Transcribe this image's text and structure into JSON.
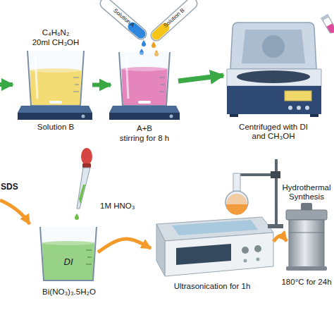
{
  "diagram": {
    "nodes": [
      {
        "text": [
          "C₄H₆N₂",
          "20ml CH₃OH",
          "Solution B"
        ]
      },
      {
        "text": [
          "Solution A"
        ]
      },
      {
        "text": [
          "Solution B"
        ]
      },
      {
        "text": [
          "A+B",
          "stirring for 8 h"
        ]
      },
      {
        "text": [
          "Centrifuged with DI and CH₃OH"
        ]
      },
      {
        "text": [
          "1M HNO₃"
        ]
      },
      {
        "text": [
          "DI",
          "Bi(NO₃)₃.5H₂O"
        ]
      },
      {
        "text": [
          "Ultrasonication for 1h"
        ]
      },
      {
        "text": [
          "Hydrothermal Synthesis",
          "180°C for 24h"
        ]
      }
    ],
    "edges": [
      {
        "from": 0,
        "to": 3,
        "arrow": "to"
      },
      {
        "from": 3,
        "to": 4,
        "arrow": "to"
      },
      {
        "from": 6,
        "to": 7,
        "arrow": "to"
      },
      {
        "from": 7,
        "to": 8,
        "arrow": "to"
      }
    ],
    "labels": [
      "SDS"
    ]
  }
}
